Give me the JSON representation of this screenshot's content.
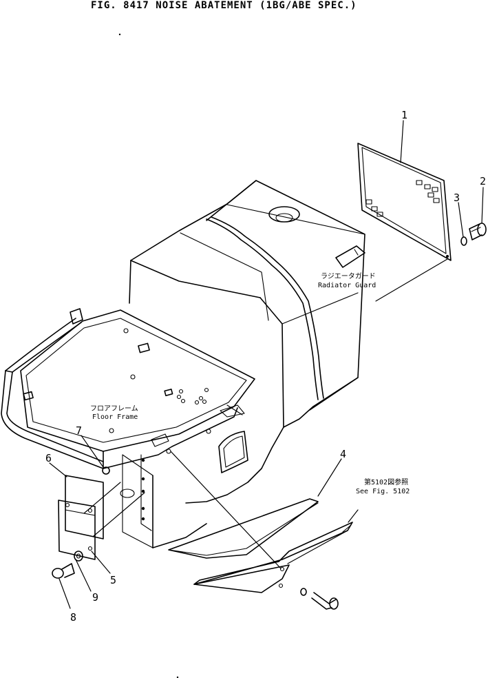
{
  "title": "FIG. 8417  NOISE ABATEMENT (1BG/ABE SPEC.)",
  "callouts": {
    "radiator_guard_jp": "ラジエータガード",
    "radiator_guard_en": "Radiator Guard",
    "floor_frame_jp": "フロアフレーム",
    "floor_frame_en": "Floor Frame",
    "see_fig_jp": "第5102図参照",
    "see_fig_en": "See Fig. 5102"
  },
  "part_numbers": [
    "1",
    "2",
    "3",
    "4",
    "5",
    "6",
    "7",
    "8",
    "9"
  ]
}
